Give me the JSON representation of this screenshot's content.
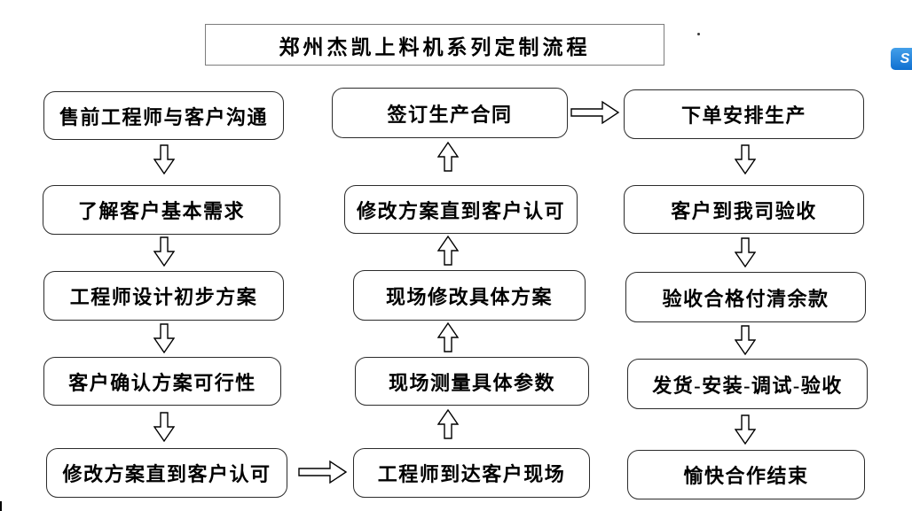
{
  "title": "郑州杰凯上料机系列定制流程",
  "flow": {
    "left": [
      "售前工程师与客户沟通",
      "了解客户基本需求",
      "工程师设计初步方案",
      "客户确认方案可行性",
      "修改方案直到客户认可"
    ],
    "middle": [
      "签订生产合同",
      "修改方案直到客户认可",
      "现场修改具体方案",
      "现场测量具体参数",
      "工程师到达客户现场"
    ],
    "right": [
      "下单安排生产",
      "客户到我司验收",
      "验收合格付清余款",
      "发货-安装-调试-验收",
      "愉快合作结束"
    ]
  },
  "logo": {
    "glyph": "S"
  },
  "colors": {
    "logo_blue": "#1E88E5",
    "box_border": "#2b2b2b",
    "arrow_fill": "#ffffff",
    "arrow_stroke": "#000000"
  }
}
